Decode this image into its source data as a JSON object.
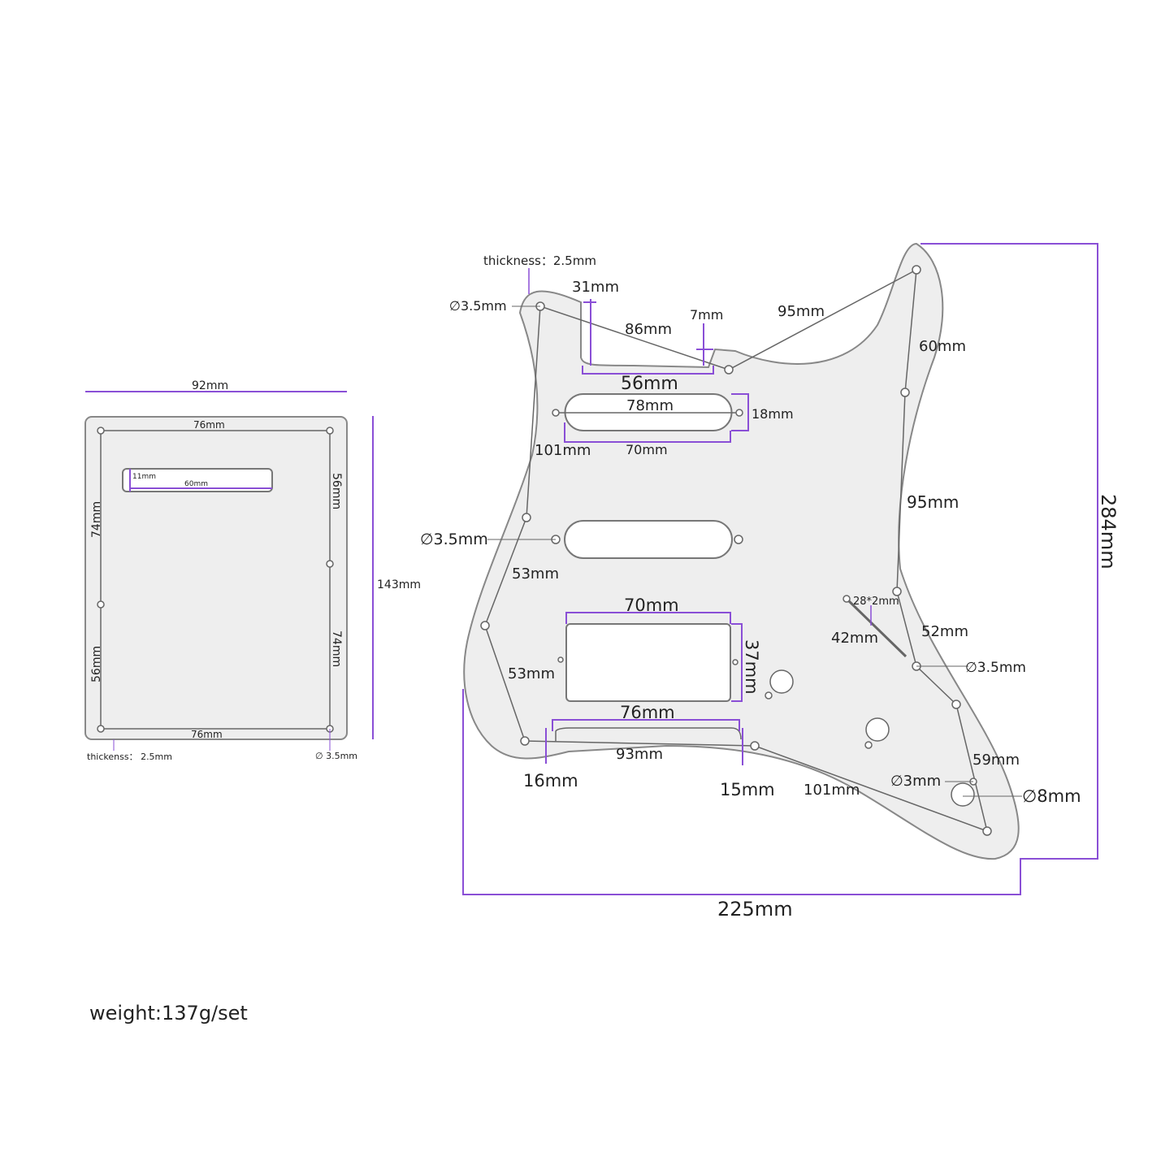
{
  "back_plate": {
    "width": "92mm",
    "height": "143mm",
    "top_span": "76mm",
    "bottom_span": "76mm",
    "left_upper": "74mm",
    "left_lower": "56mm",
    "right_upper": "56mm",
    "right_lower": "74mm",
    "slot_height": "11mm",
    "slot_length": "60mm",
    "thickness": "thickenss： 2.5mm",
    "hole": "∅ 3.5mm"
  },
  "pickguard": {
    "thickness": "thickness：2.5mm",
    "hole_top_left": "∅3.5mm",
    "neck_depth": "31mm",
    "diag_top": "86mm",
    "notch": "7mm",
    "horn_line": "95mm",
    "pocket_width": "56mm",
    "neck_pickup_len": "78mm",
    "neck_pickup_width": "18mm",
    "neck_diag": "101mm",
    "neck_pickup_span": "70mm",
    "right_upper": "60mm",
    "right_mid": "95mm",
    "hole_mid_left": "∅3.5mm",
    "left_mid": "53mm",
    "hum_width": "70mm",
    "hum_height": "37mm",
    "left_lower": "53mm",
    "switch_slot": "28*2mm",
    "switch_diag": "42mm",
    "right_lower": "52mm",
    "hole_right": "∅3.5mm",
    "bridge_cut": "76mm",
    "bottom_span": "93mm",
    "bridge_left": "16mm",
    "bridge_right": "15mm",
    "bottom_diag": "101mm",
    "jack_line": "59mm",
    "small_hole": "∅3mm",
    "big_hole": "∅8mm",
    "overall_width": "225mm",
    "overall_height": "284mm"
  },
  "weight": "weight:137g/set"
}
